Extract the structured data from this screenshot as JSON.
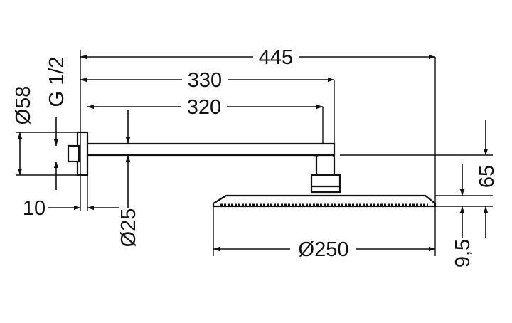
{
  "dimensions": {
    "overall_length": "445",
    "arm_reach": "330",
    "arm_length": "320",
    "wall_plate_diameter": "Ø58",
    "thread": "G 1/2",
    "wall_plate_depth": "10",
    "arm_diameter": "Ø25",
    "head_diameter": "Ø250",
    "head_drop": "65",
    "head_thickness": "9,5"
  }
}
